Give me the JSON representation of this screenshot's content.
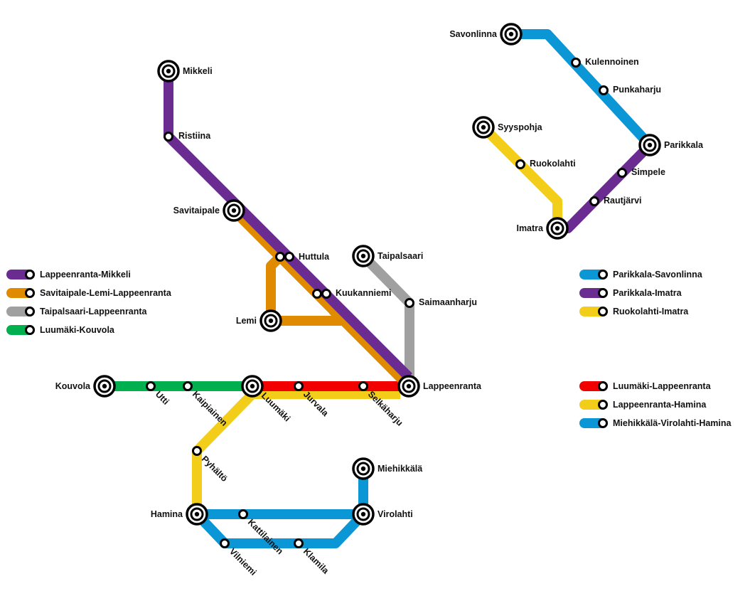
{
  "colors": {
    "purple": "#6a2c91",
    "orange": "#e08a00",
    "gray": "#a0a0a0",
    "green": "#00b04f",
    "red": "#f20000",
    "yellow": "#f2cd1a",
    "blue": "#0b96d6"
  },
  "legend": [
    {
      "label": "Lappeenranta-Mikkeli",
      "color": "#6a2c91"
    },
    {
      "label": "Savitaipale-Lemi-Lappeenranta",
      "color": "#e08a00"
    },
    {
      "label": "Taipalsaari-Lappeenranta",
      "color": "#a0a0a0"
    },
    {
      "label": "Luumäki-Kouvola",
      "color": "#00b04f"
    },
    {
      "label": "Parikkala-Savonlinna",
      "color": "#0b96d6"
    },
    {
      "label": "Parikkala-Imatra",
      "color": "#6a2c91"
    },
    {
      "label": "Ruokolahti-Imatra",
      "color": "#f2cd1a"
    },
    {
      "label": "Luumäki-Lappeenranta",
      "color": "#f20000"
    },
    {
      "label": "Lappeenranta-Hamina",
      "color": "#f2cd1a"
    },
    {
      "label": "Miehikkälä-Virolahti-Hamina",
      "color": "#0b96d6"
    }
  ],
  "stations": [
    {
      "name": "Mikkeli",
      "type": "major"
    },
    {
      "name": "Ristiina",
      "type": "minor"
    },
    {
      "name": "Savitaipale",
      "type": "major"
    },
    {
      "name": "Huttula",
      "type": "interchange"
    },
    {
      "name": "Kuukanniemi",
      "type": "interchange"
    },
    {
      "name": "Lemi",
      "type": "major"
    },
    {
      "name": "Taipalsaari",
      "type": "major"
    },
    {
      "name": "Saimaanharju",
      "type": "minor"
    },
    {
      "name": "Lappeenranta",
      "type": "major"
    },
    {
      "name": "Kouvola",
      "type": "major"
    },
    {
      "name": "Utti",
      "type": "minor"
    },
    {
      "name": "Kaipiainen",
      "type": "minor"
    },
    {
      "name": "Luumäki",
      "type": "major"
    },
    {
      "name": "Jurvala",
      "type": "minor"
    },
    {
      "name": "Selkäharju",
      "type": "minor"
    },
    {
      "name": "Pyhältö",
      "type": "minor"
    },
    {
      "name": "Hamina",
      "type": "major"
    },
    {
      "name": "Kattilainen",
      "type": "minor"
    },
    {
      "name": "Vilniemi",
      "type": "minor"
    },
    {
      "name": "Klamila",
      "type": "minor"
    },
    {
      "name": "Miehikkälä",
      "type": "major"
    },
    {
      "name": "Virolahti",
      "type": "major"
    },
    {
      "name": "Savonlinna",
      "type": "major"
    },
    {
      "name": "Kulennoinen",
      "type": "minor"
    },
    {
      "name": "Punkaharju",
      "type": "minor"
    },
    {
      "name": "Parikkala",
      "type": "major"
    },
    {
      "name": "Simpele",
      "type": "minor"
    },
    {
      "name": "Rautjärvi",
      "type": "minor"
    },
    {
      "name": "Imatra",
      "type": "major"
    },
    {
      "name": "Syyspohja",
      "type": "major"
    },
    {
      "name": "Ruokolahti",
      "type": "minor"
    }
  ]
}
